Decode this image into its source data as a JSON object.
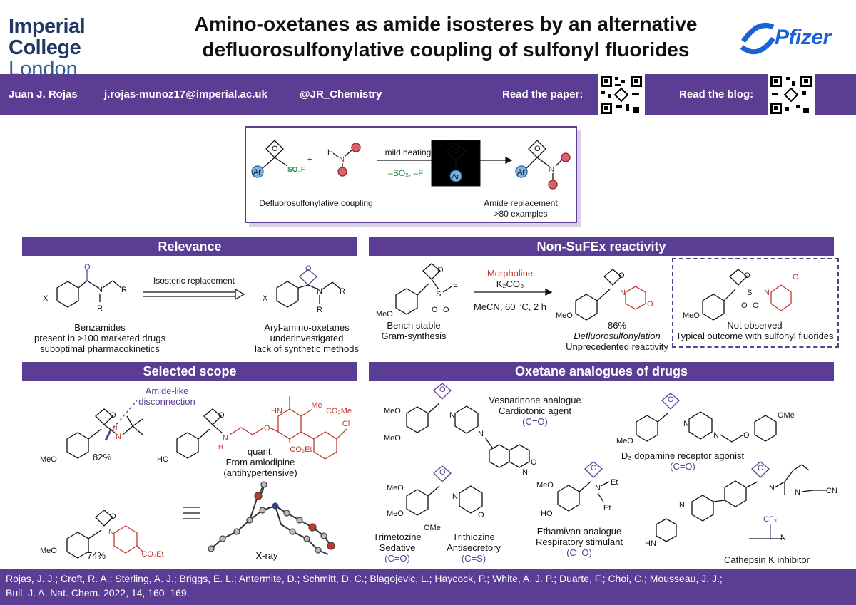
{
  "header": {
    "logo_line1": "Imperial College",
    "logo_line2": "London",
    "title_line1": "Amino-oxetanes as amide isosteres by an alternative",
    "title_line2": "defluorosulfonylative coupling of sulfonyl fluorides",
    "pfizer": "Pfizer"
  },
  "band": {
    "author": "Juan J. Rojas",
    "email": "j.rojas-munoz17@imperial.ac.uk",
    "twitter": "@JR_Chemistry",
    "paper": "Read the paper:",
    "blog": "Read the blog:"
  },
  "scheme": {
    "conditions_top": "mild heating",
    "conditions_bottom": "–SO₂, –F⁻",
    "left_caption": "Defluorosulfonylative coupling",
    "right_caption1": "Amide replacement",
    "right_caption2": ">80 examples"
  },
  "relevance": {
    "title": "Relevance",
    "arrow_label": "Isosteric replacement",
    "left1": "Benzamides",
    "left2": "present in >100 marketed drugs",
    "left3": "suboptimal pharmacokinetics",
    "right1": "Aryl-amino-oxetanes",
    "right2": "underinvestigated",
    "right3": "lack of synthetic methods"
  },
  "nonsufex": {
    "title": "Non-SuFEx reactivity",
    "reagent1": "Morpholine",
    "reagent2": "K₂CO₃",
    "cond": "MeCN, 60 °C, 2 h",
    "left1": "Bench stable",
    "left2": "Gram-synthesis",
    "yield": "86%",
    "mid2": "Defluorosulfonylation",
    "mid3": "Unprecedented reactivity",
    "box1": "Not observed",
    "box2": "Typical outcome with sulfonyl fluorides"
  },
  "scope": {
    "title": "Selected scope",
    "annot1": "Amide-like",
    "annot2": "disconnection",
    "y1": "82%",
    "y2": "quant.",
    "from": "From amlodipine",
    "anti": "(antihypertensive)",
    "y3": "74%",
    "xray": "X-ray"
  },
  "drugs": {
    "title": "Oxetane analogues of drugs",
    "vesn1": "Vesnarinone analogue",
    "vesn2": "Cardiotonic agent",
    "vesn3": "(C=O)",
    "d3a": "D₃ dopamine receptor agonist",
    "d3b": "(C=O)",
    "trim1": "Trimetozine",
    "trim2": "Sedative",
    "trim3": "(C=O)",
    "trith1": "Trithiozine",
    "trith2": "Antisecretory",
    "trith3": "(C=S)",
    "etham1": "Ethamivan analogue",
    "etham2": "Respiratory stimulant",
    "etham3": "(C=O)",
    "cath": "Cathepsin K inhibitor"
  },
  "footer": {
    "line1": "Rojas, J. J.; Croft, R. A.; Sterling, A. J.; Briggs, E. L.; Antermite, D.; Schmitt, D. C.; Blagojevic, L.; Haycock, P.; White, A. J. P.; Duarte, F.; Choi, C.; Mousseau, J. J.;",
    "line2": "Bull, J. A. Nat. Chem. 2022, 14, 160–169."
  }
}
